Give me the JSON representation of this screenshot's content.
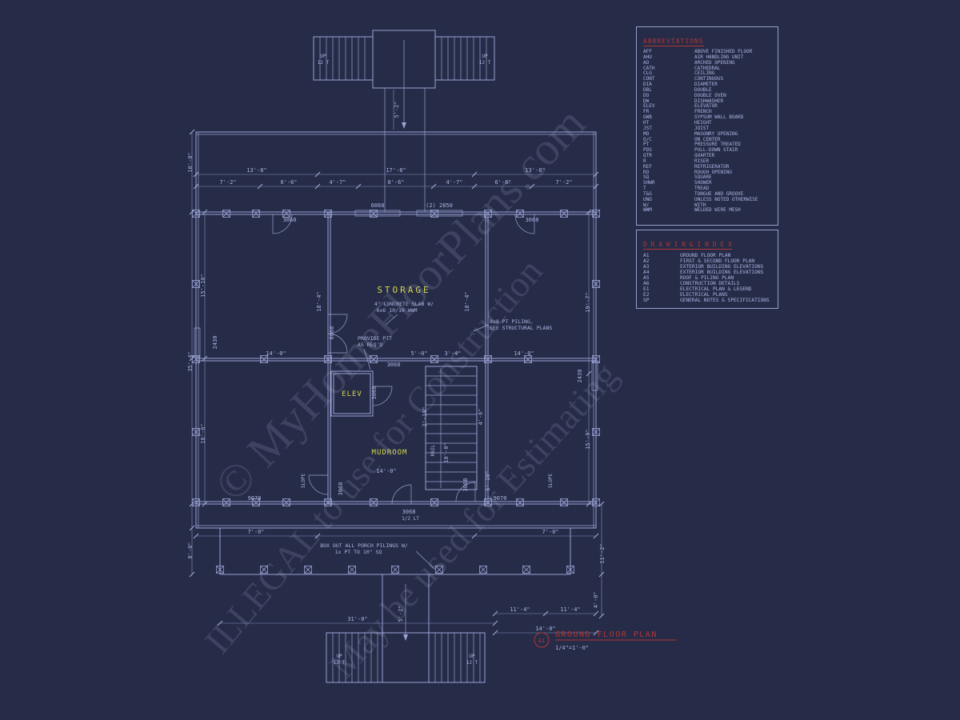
{
  "page": {
    "background_color": "#262b47",
    "line_color": "#9aa3d4",
    "text_color": "#aab4e2",
    "accent_red": "#b23636",
    "accent_yellow": "#d6d74f"
  },
  "watermarks": [
    "© MyHomeFloorPlans.com",
    "ILLEGAL to use for Construction",
    "May be used for Estimating"
  ],
  "abbreviations": {
    "title": "ABBREVIATIONS",
    "items": [
      {
        "abbr": "AFF",
        "meaning": "ABOVE FINISHED FLOOR"
      },
      {
        "abbr": "AHU",
        "meaning": "AIR HANDLING UNIT"
      },
      {
        "abbr": "AO",
        "meaning": "ARCHED OPENING"
      },
      {
        "abbr": "CATH",
        "meaning": "CATHEDRAL"
      },
      {
        "abbr": "CLG",
        "meaning": "CEILING"
      },
      {
        "abbr": "CONT",
        "meaning": "CONTINUOUS"
      },
      {
        "abbr": "DIA",
        "meaning": "DIAMETER"
      },
      {
        "abbr": "DBL",
        "meaning": "DOUBLE"
      },
      {
        "abbr": "DO",
        "meaning": "DOUBLE OVEN"
      },
      {
        "abbr": "DW",
        "meaning": "DISHWASHER"
      },
      {
        "abbr": "ELEV",
        "meaning": "ELEVATOR"
      },
      {
        "abbr": "FR",
        "meaning": "FRENCH"
      },
      {
        "abbr": "GWB",
        "meaning": "GYPSUM WALL BOARD"
      },
      {
        "abbr": "HT",
        "meaning": "HEIGHT"
      },
      {
        "abbr": "JST",
        "meaning": "JOIST"
      },
      {
        "abbr": "MO",
        "meaning": "MASONRY OPENING"
      },
      {
        "abbr": "O/C",
        "meaning": "ON CENTER"
      },
      {
        "abbr": "PT",
        "meaning": "PRESSURE TREATED"
      },
      {
        "abbr": "PDS",
        "meaning": "PULL-DOWN STAIR"
      },
      {
        "abbr": "QTR",
        "meaning": "QUARTER"
      },
      {
        "abbr": "R",
        "meaning": "RISER"
      },
      {
        "abbr": "REF",
        "meaning": "REFRIGERATOR"
      },
      {
        "abbr": "RO",
        "meaning": "ROUGH OPENING"
      },
      {
        "abbr": "SQ",
        "meaning": "SQUARE"
      },
      {
        "abbr": "SHWR",
        "meaning": "SHOWER"
      },
      {
        "abbr": "T",
        "meaning": "TREAD"
      },
      {
        "abbr": "T&G",
        "meaning": "TONGUE AND GROOVE"
      },
      {
        "abbr": "UNO",
        "meaning": "UNLESS NOTED OTHERWISE"
      },
      {
        "abbr": "W/",
        "meaning": "WITH"
      },
      {
        "abbr": "WWM",
        "meaning": "WELDED WIRE MESH"
      }
    ]
  },
  "drawing_index": {
    "title": "D R A W I N G   I N D E X",
    "items": [
      {
        "code": "A1",
        "name": "GROUND FLOOR PLAN"
      },
      {
        "code": "A2",
        "name": "FIRST & SECOND FLOOR PLAN"
      },
      {
        "code": "A3",
        "name": "EXTERIOR BUILDING ELEVATIONS"
      },
      {
        "code": "A4",
        "name": "EXTERIOR BUILDING ELEVATIONS"
      },
      {
        "code": "A5",
        "name": "ROOF & PILING PLAN"
      },
      {
        "code": "A6",
        "name": "CONSTRUCTION DETAILS"
      },
      {
        "code": "E1",
        "name": "ELECTRICAL PLAN & LEGEND"
      },
      {
        "code": "E2",
        "name": "ELECTRICAL PLANS"
      },
      {
        "code": "SP",
        "name": "GENERAL NOTES & SPECIFICATIONS"
      }
    ]
  },
  "title_block": {
    "bubble": "A1",
    "title": "GROUND FLOOR PLAN",
    "scale": "1/4\"=1'-0\""
  },
  "plan": {
    "rooms": {
      "storage": "STORAGE",
      "elev": "ELEV",
      "mudroom": "MUDROOM"
    },
    "notes": {
      "slab1": "4\" CONCRETE SLAB W/",
      "slab2": "6x6 10/10 WWM",
      "piling1": "8x8 PT PILING,",
      "piling2": "SEE STRUCTURAL PLANS",
      "pit1": "PROVIDE PIT",
      "pit2": "AS REQ'D",
      "porch1": "BOX OUT ALL PORCH PILINGS W/",
      "porch2": "1x PT TO 10\" SQ",
      "door": "3068",
      "half_lt": "1/2 LT",
      "rail": "RAIL",
      "slope": "SLOPE",
      "up": "UP",
      "treads": "12 T"
    },
    "dims": [
      "13'-8\"",
      "17'-8\"",
      "13'-8\"",
      "7'-2\"",
      "6'-6\"",
      "4'-7\"",
      "8'-6\"",
      "4'-7\"",
      "6'-6\"",
      "7'-2\"",
      "6068",
      "(2) 2850",
      "3068",
      "3068",
      "10'-0\"",
      "15'-10\"",
      "35'-4\"",
      "16'-6\"",
      "8'-0\"",
      "2430",
      "19'-7\"",
      "15'-9\"",
      "2430",
      "11'-2\"",
      "4'-0\"",
      "18'-4\"",
      "18'-4\"",
      "6068",
      "14'-0\"",
      "5'-0\"",
      "3'-4\"",
      "14'-0\"",
      "3068",
      "3068",
      "2'-10\"",
      "4'-6\"",
      "10'-0\"",
      "14'-0\"",
      "5'-10\"",
      "3068",
      "3068",
      "9070",
      "9070",
      "7'-0\"",
      "7'-0\"",
      "31'-0\"",
      "5'-2\"",
      "11'-4\"",
      "11'-4\"",
      "14'-0\"",
      "5'-2\""
    ]
  }
}
